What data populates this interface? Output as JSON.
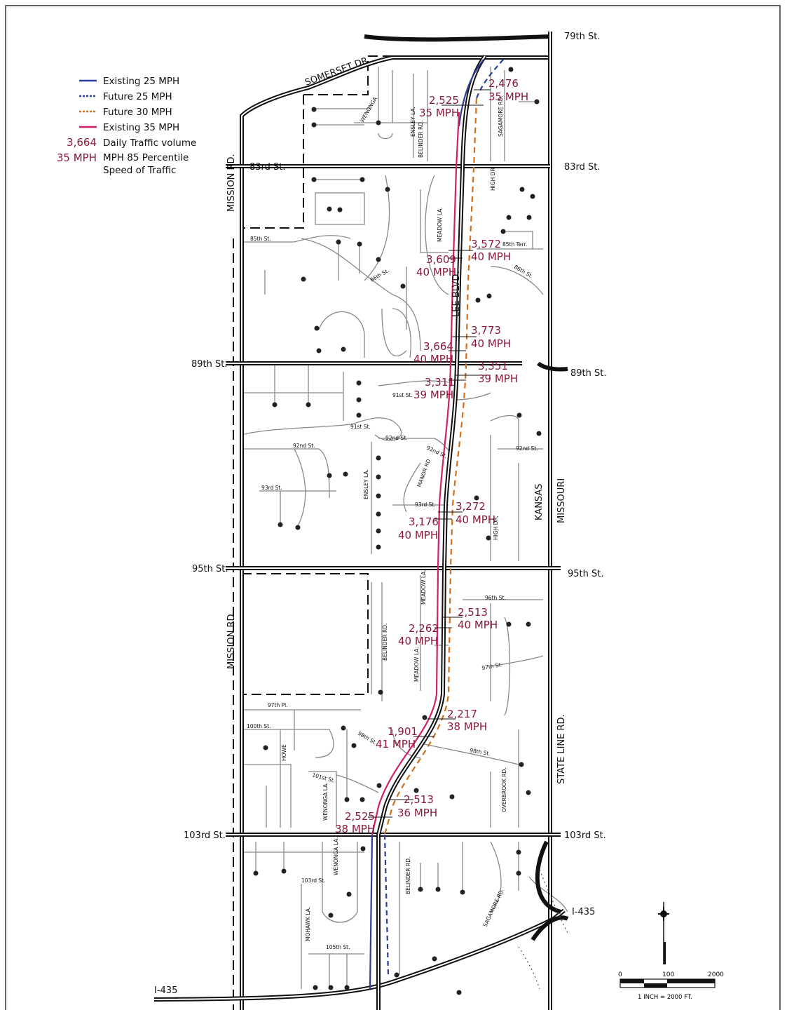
{
  "legend": {
    "items": [
      {
        "label": "Existing 25 MPH",
        "color": "#2b3f9a",
        "style": "solid"
      },
      {
        "label": "Future 25 MPH",
        "color": "#2b3f9a",
        "style": "dashed"
      },
      {
        "label": "Future 30 MPH",
        "color": "#d2701e",
        "style": "dashed"
      },
      {
        "label": "Existing 35 MPH",
        "color": "#d0206a",
        "style": "solid"
      }
    ],
    "volume_sample": "3,664",
    "volume_label": "Daily Traffic volume",
    "speed_sample": "35 MPH",
    "speed_label_1": "MPH 85 Percentile",
    "speed_label_2": "Speed of Traffic",
    "annotation_color": "#8b1a3a"
  },
  "streets": {
    "s79": "79th St.",
    "s83": "83rd St.",
    "s89": "89th St.",
    "s95": "95th St.",
    "s103": "103rd St.",
    "mission": "MISSION RD.",
    "stateline": "STATE LINE RD.",
    "kansas": "KANSAS",
    "missouri": "MISSOURI",
    "somerset": "SOMERSET DR.",
    "lee": "LEE BLVD.",
    "i435": "I-435",
    "wenonga": "WENONGA",
    "ensley": "ENSLEY LA.",
    "belinder": "BELINDER RD.",
    "sagamore": "SAGAMORE RD.",
    "high": "HIGH DR.",
    "meadow": "MEADOW LA.",
    "s85": "85th St.",
    "s85t": "85th Terr.",
    "s86": "86th St.",
    "s91": "91st St.",
    "s92": "92nd St.",
    "manor": "MANOR RD",
    "s93": "93rd St.",
    "s96": "96th St.",
    "s97": "97th St.",
    "s97p": "97th Pl.",
    "s100": "100th St.",
    "howe": "HOWE",
    "s98": "98th St.",
    "s101": "101st St.",
    "wenongala": "WENONGA LA.",
    "overbrook": "OVERBROOK RD.",
    "s103s": "103rd St.",
    "mohawk": "MOHAWK LA.",
    "s105": "105th St."
  },
  "traffic": [
    {
      "volume": "2,525",
      "speed": "35 MPH"
    },
    {
      "volume": "2,476",
      "speed": "35 MPH"
    },
    {
      "volume": "3,572",
      "speed": "40 MPH"
    },
    {
      "volume": "3,609",
      "speed": "40 MPH"
    },
    {
      "volume": "3,773",
      "speed": "40 MPH"
    },
    {
      "volume": "3,664",
      "speed": "40 MPH"
    },
    {
      "volume": "3,351",
      "speed": "39 MPH"
    },
    {
      "volume": "3,311",
      "speed": "39 MPH"
    },
    {
      "volume": "3,272",
      "speed": "40 MPH"
    },
    {
      "volume": "3,176",
      "speed": "40 MPH"
    },
    {
      "volume": "2,513",
      "speed": "40 MPH"
    },
    {
      "volume": "2,262",
      "speed": "40 MPH"
    },
    {
      "volume": "2,217",
      "speed": "38 MPH"
    },
    {
      "volume": "1,901",
      "speed": "41 MPH"
    },
    {
      "volume": "2,513",
      "speed": "36 MPH"
    },
    {
      "volume": "2,525",
      "speed": "38 MPH"
    }
  ],
  "scale": {
    "t0": "0",
    "t1": "100",
    "t2": "2000",
    "caption": "1 INCH = 2000 FT."
  }
}
